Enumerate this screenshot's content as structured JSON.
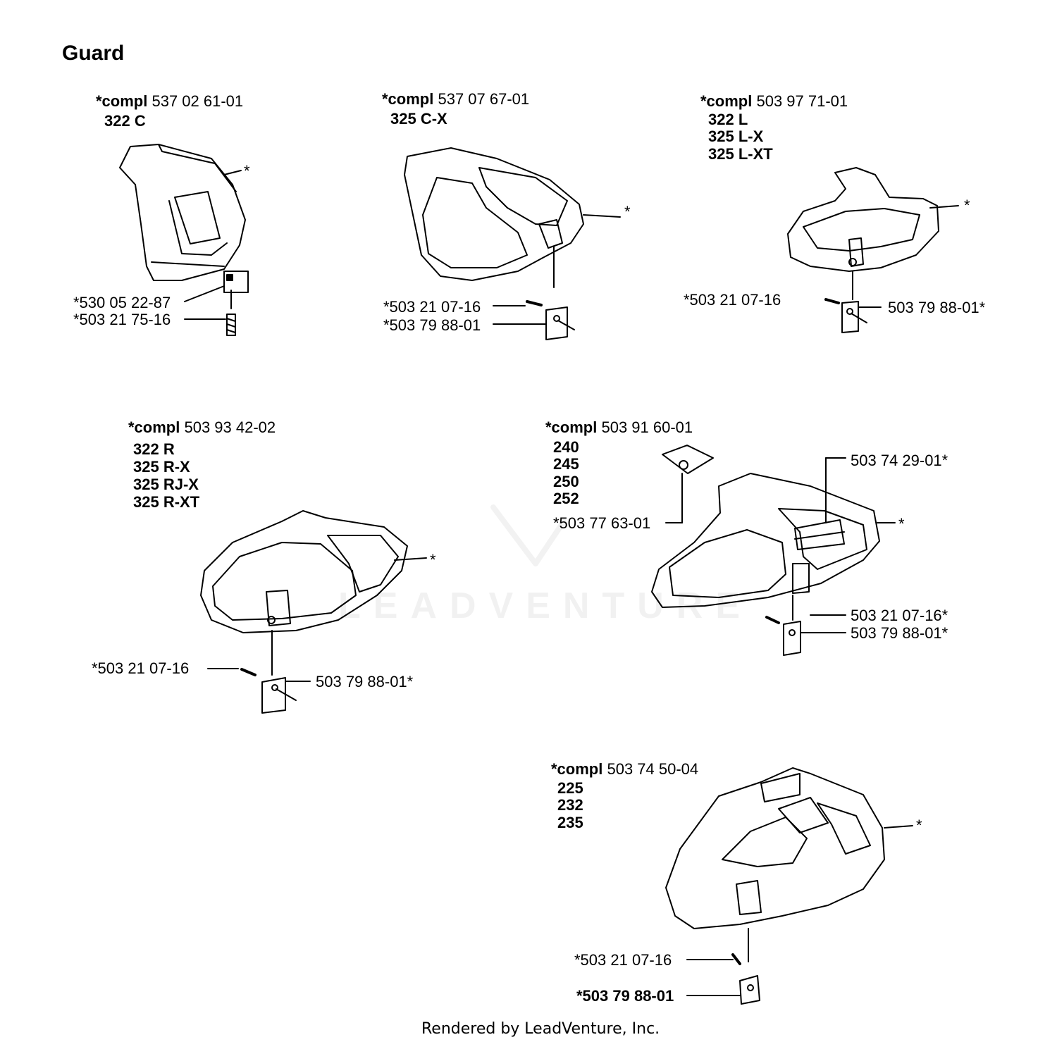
{
  "title": "Guard",
  "footer": "Rendered by LeadVenture, Inc.",
  "watermark": "LEADVENTURE",
  "groups": [
    {
      "compl_prefix": "*compl",
      "compl_number": "537 02 61-01",
      "models": [
        "322 C"
      ],
      "labels": [
        "*",
        "*530 05 22-87",
        "*503 21 75-16"
      ]
    },
    {
      "compl_prefix": "*compl",
      "compl_number": "537 07 67-01",
      "models": [
        "325 C-X"
      ],
      "labels": [
        "*",
        "*503 21 07-16",
        "*503 79 88-01"
      ]
    },
    {
      "compl_prefix": "*compl",
      "compl_number": "503 97 71-01",
      "models": [
        "322 L",
        "325 L-X",
        "325 L-XT"
      ],
      "labels": [
        "*",
        "*503 21 07-16",
        "503 79 88-01*"
      ]
    },
    {
      "compl_prefix": "*compl",
      "compl_number": "503 93 42-02",
      "models": [
        "322 R",
        "325 R-X",
        "325 RJ-X",
        "325 R-XT"
      ],
      "labels": [
        "*",
        "*503 21 07-16",
        "503 79 88-01*"
      ]
    },
    {
      "compl_prefix": "*compl",
      "compl_number": "503 91 60-01",
      "models": [
        "240",
        "245",
        "250",
        "252"
      ],
      "labels": [
        "503 74 29-01*",
        "*503 77 63-01",
        "*",
        "503 21 07-16*",
        "503 79 88-01*"
      ]
    },
    {
      "compl_prefix": "*compl",
      "compl_number": "503 74 50-04",
      "models": [
        "225",
        "232",
        "235"
      ],
      "labels": [
        "*",
        "*503 21 07-16",
        "*503 79 88-01"
      ]
    }
  ]
}
